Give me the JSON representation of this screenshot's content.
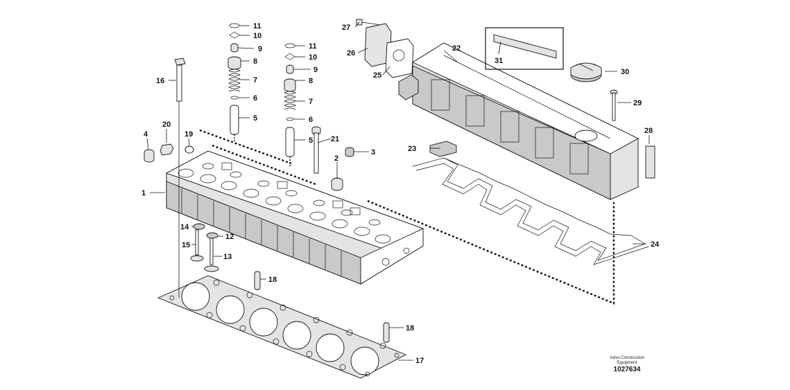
{
  "diagram": {
    "callouts": [
      "1",
      "2",
      "3",
      "4",
      "5",
      "6",
      "7",
      "8",
      "9",
      "10",
      "11",
      "12",
      "13",
      "14",
      "15",
      "16",
      "17",
      "18",
      "19",
      "20",
      "21",
      "22",
      "23",
      "24",
      "25",
      "26",
      "27",
      "28",
      "29",
      "30",
      "31"
    ],
    "extra_callouts": [
      "5",
      "6",
      "7",
      "8",
      "9",
      "10",
      "11",
      "18"
    ]
  },
  "footer": {
    "credit_line1": "Volvo Construction",
    "credit_line2": "Equipment",
    "document_number": "1027634"
  }
}
